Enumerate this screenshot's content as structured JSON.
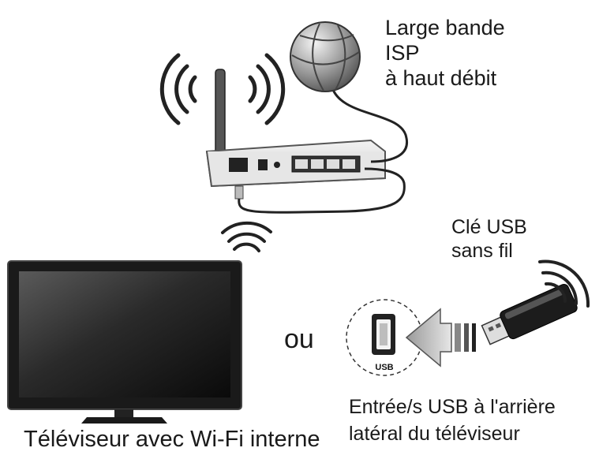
{
  "isp": {
    "line1": "Large bande",
    "line2": "ISP",
    "line3": "à haut débit"
  },
  "usb_key": {
    "line1": "Clé USB",
    "line2": "sans fil"
  },
  "or_label": "ou",
  "usb_port": {
    "badge": "USB",
    "line1": "Entrée/s USB à l'arrière",
    "line2": "latéral du téléviseur"
  },
  "tv": {
    "caption": "Téléviseur avec Wi-Fi interne"
  }
}
